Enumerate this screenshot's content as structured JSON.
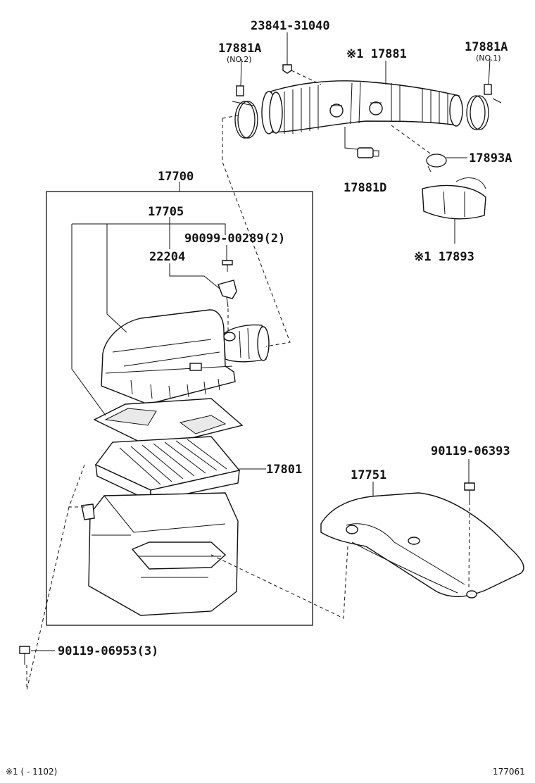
{
  "labels": {
    "p23841": "23841-31040",
    "p17881a_no2": "17881A",
    "p17881a_no2_sub": "(NO.2)",
    "p17881": "※1 17881",
    "p17881a_no1": "17881A",
    "p17881a_no1_sub": "(NO.1)",
    "p17893a": "17893A",
    "p17881d": "17881D",
    "p17893": "※1 17893",
    "p17700": "17700",
    "p17705": "17705",
    "p90099": "90099-00289(2)",
    "p22204": "22204",
    "p17801": "17801",
    "p90119_06393": "90119-06393",
    "p17751": "17751",
    "p90119_06953": "90119-06953(3)"
  },
  "footer": {
    "note": "※1 (         - 1102)",
    "diagram_code": "177061"
  }
}
